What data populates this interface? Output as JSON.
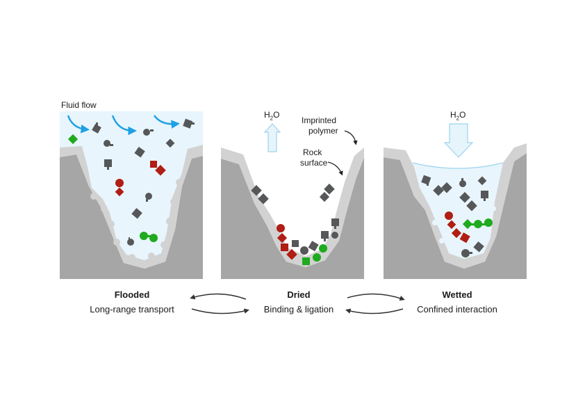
{
  "annotations": {
    "fluid_flow": "Fluid flow",
    "water_left": "H",
    "water_right": "H",
    "water_sub": "2",
    "water_o": "O",
    "imprinted_line1": "Imprinted",
    "imprinted_line2": "polymer",
    "rock_line1": "Rock",
    "rock_line2": "surface"
  },
  "stages": [
    {
      "title": "Flooded",
      "subtitle": "Long-range transport"
    },
    {
      "title": "Dried",
      "subtitle": "Binding & ligation"
    },
    {
      "title": "Wetted",
      "subtitle": "Confined interaction"
    }
  ],
  "colors": {
    "rock": "#a6a6a6",
    "polymer": "#d2d2d2",
    "water": "#e8f5fc",
    "flow_arrow": "#1ea0e6",
    "monomer_gray": "#555759",
    "monomer_red": "#b01e14",
    "monomer_green": "#1faa1f",
    "h2o_arrow_fill": "#e6f4fb",
    "h2o_arrow_stroke": "#9dd3ee"
  }
}
